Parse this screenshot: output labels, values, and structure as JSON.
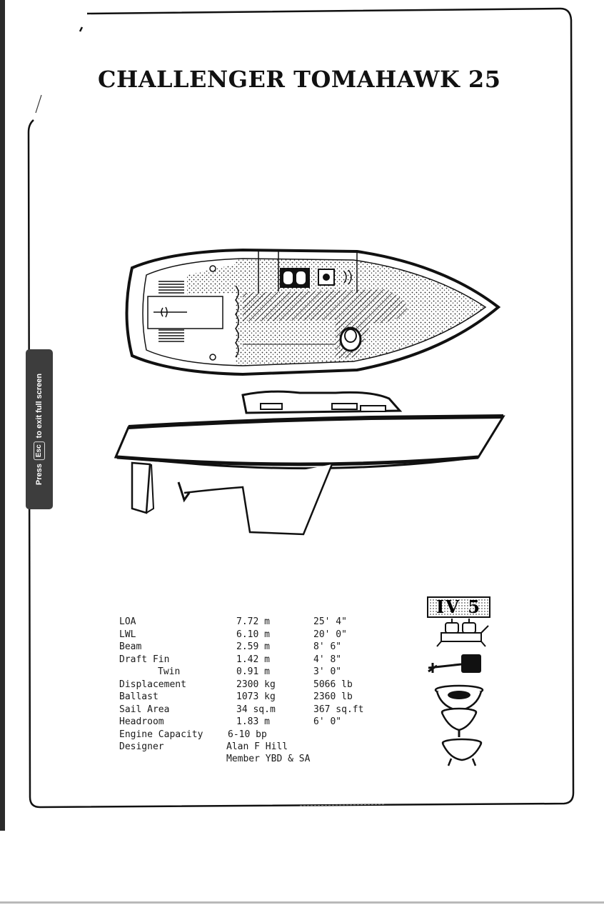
{
  "title": "CHALLENGER  TOMAHAWK 25",
  "fullscreen_hint": {
    "press": "Press",
    "key": "Esc",
    "rest": "to exit full screen"
  },
  "specs": [
    {
      "label": "LOA",
      "metric": "7.72 m",
      "imperial": "25' 4\""
    },
    {
      "label": "LWL",
      "metric": "6.10 m",
      "imperial": "20' 0\""
    },
    {
      "label": "Beam",
      "metric": "2.59 m",
      "imperial": "8' 6\""
    },
    {
      "label": "Draft Fin",
      "metric": "1.42 m",
      "imperial": "4' 8\""
    },
    {
      "label": "Twin",
      "metric": "0.91 m",
      "imperial": "3' 0\""
    },
    {
      "label": "Displacement",
      "metric": "2300 kg",
      "imperial": "5066 lb"
    },
    {
      "label": "Ballast",
      "metric": "1073 kg",
      "imperial": "2360 lb"
    },
    {
      "label": "Sail Area",
      "metric": "34 sq.m",
      "imperial": "367 sq.ft"
    },
    {
      "label": "Headroom",
      "metric": "1.83 m",
      "imperial": "6' 0\""
    },
    {
      "label": "Engine Capacity",
      "metric": "6-10 bp",
      "imperial": ""
    }
  ],
  "designer": {
    "label": "Designer",
    "name": "Alan F Hill",
    "member": "Member YBD & SA"
  },
  "badge": "IV 5",
  "icons": [
    "stove-icon",
    "outboard-motor-icon",
    "sink-basin-icon",
    "toilet-bowl-icon",
    "bucket-icon"
  ]
}
